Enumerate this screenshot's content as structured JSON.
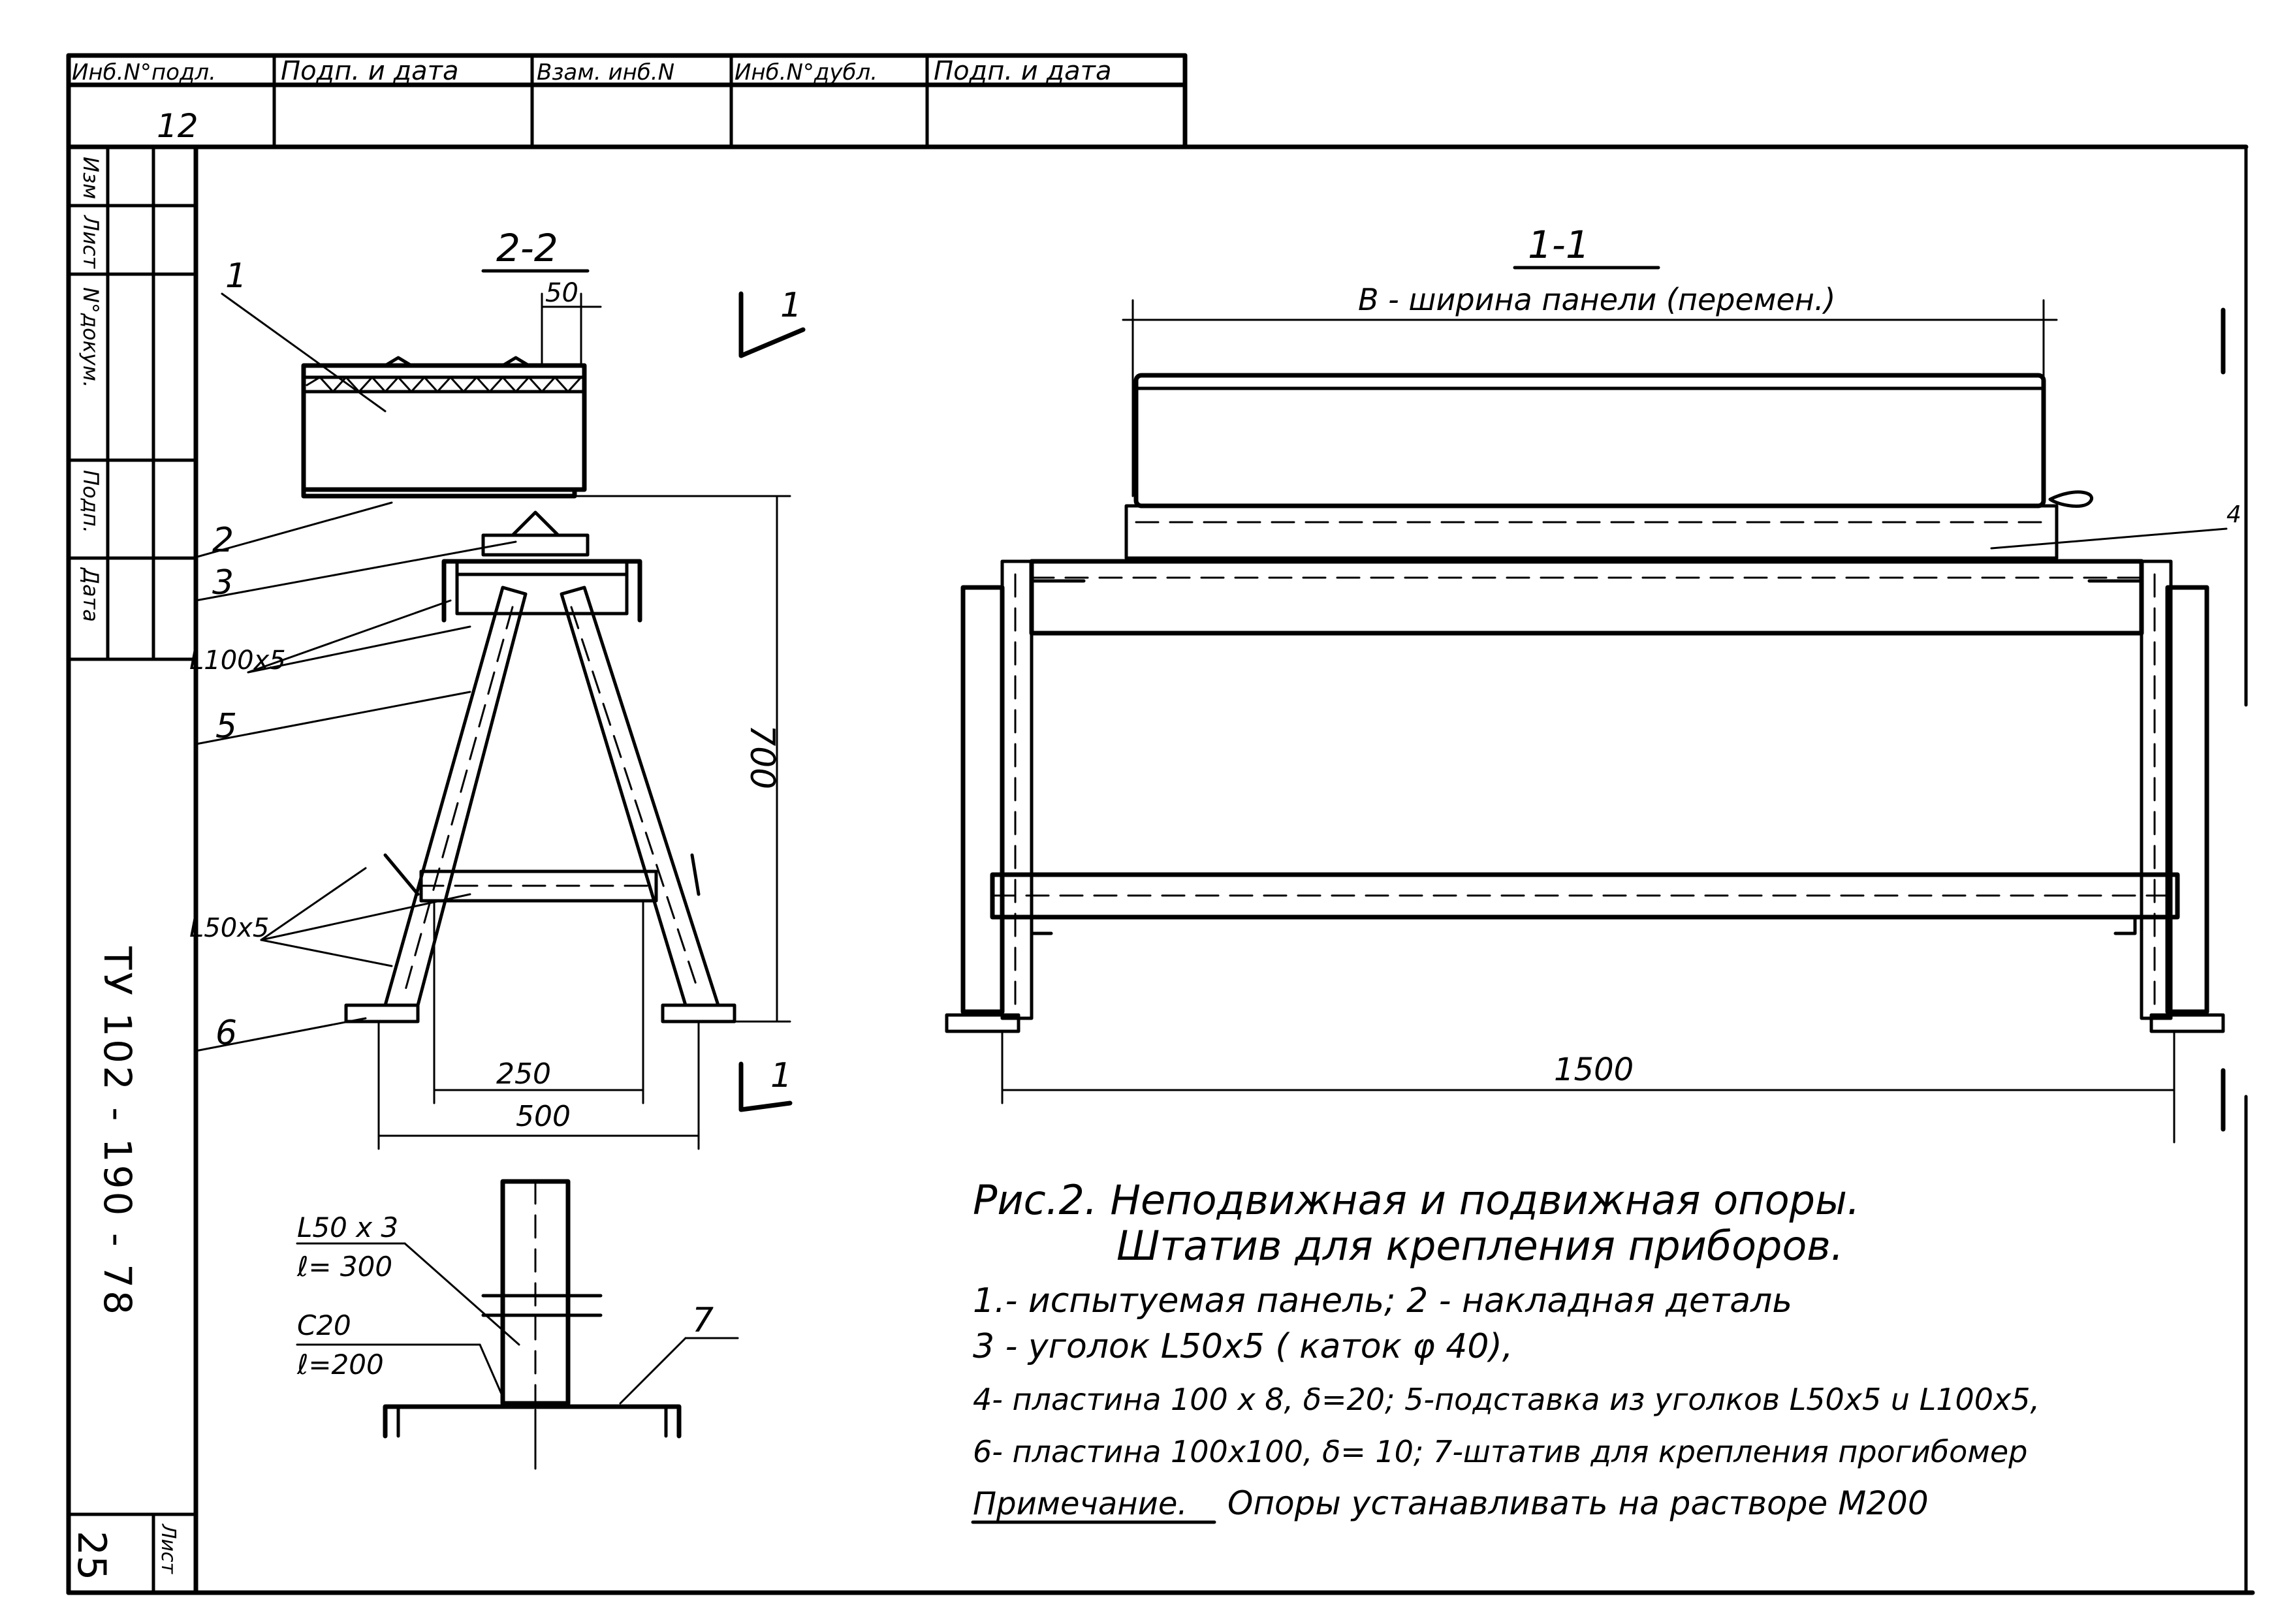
{
  "stamp_table": {
    "headers": [
      "Инб.N°подл.",
      "Подп. и дата",
      "Взам. инб.N",
      "Инб.N°дубл.",
      "Подп. и дата"
    ],
    "values": [
      "12",
      "",
      "",
      "",
      ""
    ]
  },
  "side_column": {
    "labels": [
      "Изм",
      "Лист",
      "N°докум.",
      "Подп.",
      "Дата"
    ],
    "doc_code": "ТУ 102 - 190 - 78",
    "sheet_label": "Лист",
    "sheet_number": "25"
  },
  "section_22": {
    "title": "2-2",
    "dim_50": "50",
    "dim_700": "700",
    "dim_250": "250",
    "dim_500": "500",
    "callouts": {
      "c1": "1",
      "c2": "2",
      "c3": "3",
      "c_l100": "L100x5",
      "c5": "5",
      "c_l50": "L50x5",
      "c6": "6"
    },
    "cut_marks": [
      "1",
      "1"
    ]
  },
  "section_11": {
    "title": "1-1",
    "width_note": "B -  ширина      панели   (перемен.)",
    "dim_1500": "1500",
    "edge_mark": "4"
  },
  "tripod_detail": {
    "label_a1": "L50 x 3",
    "label_a2": "ℓ= 300",
    "label_b1": "C20",
    "label_b2": "ℓ=200",
    "callout_7": "7"
  },
  "caption": {
    "title_line1": "Рис.2. Неподвижная и  подвижная  опоры.",
    "title_line2": "Штатив  для   крепления    приборов.",
    "legend": [
      "1.- испытуемая панель;   2 -   накладная  деталь",
      "3 - уголок L50x5 ( каток φ 40),",
      "4- пластина 100 x 8, δ=20; 5-подставка из уголков  L50x5 u L100x5,",
      "6- пластина 100x100, δ= 10;   7-штатив  для крепления прогибомер"
    ],
    "note_label": "Примечание.",
    "note_text": "Опоры устанавливать  на растворе  M200"
  }
}
